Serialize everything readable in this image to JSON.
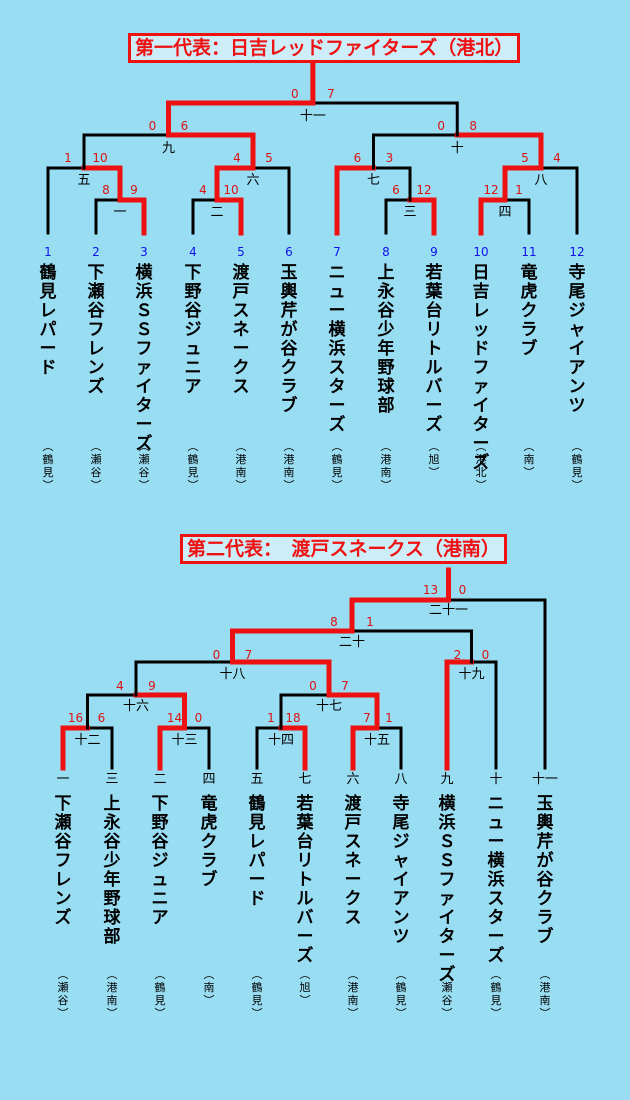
{
  "section1": {
    "banner": "第一代表：日吉レッドファイターズ（港北）",
    "teams": [
      {
        "num": "1",
        "name": "鶴見レパード",
        "area": "（鶴見）"
      },
      {
        "num": "2",
        "name": "下瀬谷フレンズ",
        "area": "（瀬谷）"
      },
      {
        "num": "3",
        "name": "横浜ＳＳファイターズ",
        "area": "（瀬谷）"
      },
      {
        "num": "4",
        "name": "下野谷ジュニア",
        "area": "（鶴見）"
      },
      {
        "num": "5",
        "name": "渡戸スネークス",
        "area": "（港南）"
      },
      {
        "num": "6",
        "name": "玉輿芹が谷クラブ",
        "area": "（港南）"
      },
      {
        "num": "7",
        "name": "ニュー横浜スターズ",
        "area": "（鶴見）"
      },
      {
        "num": "8",
        "name": "上永谷少年野球部",
        "area": "（港南）"
      },
      {
        "num": "9",
        "name": "若葉台リトルバーズ",
        "area": "（旭）"
      },
      {
        "num": "10",
        "name": "日吉レッドファイターズ",
        "area": "（港北）"
      },
      {
        "num": "11",
        "name": "竜虎クラブ",
        "area": "（南）"
      },
      {
        "num": "12",
        "name": "寺尾ジャイアンツ",
        "area": "（鶴見）"
      }
    ],
    "scores": [
      "0",
      "7",
      "0",
      "6",
      "0",
      "8",
      "1",
      "10",
      "4",
      "5",
      "6",
      "3",
      "5",
      "4",
      "8",
      "9",
      "4",
      "10",
      "6",
      "12",
      "12",
      "1"
    ],
    "rounds": [
      "十一",
      "九",
      "十",
      "五",
      "六",
      "七",
      "八",
      "一",
      "二",
      "三",
      "四"
    ]
  },
  "section2": {
    "banner": "第二代表：　渡戸スネークス（港南）",
    "teams": [
      {
        "num": "一",
        "name": "下瀬谷フレンズ",
        "area": "（瀬谷）"
      },
      {
        "num": "三",
        "name": "上永谷少年野球部",
        "area": "（港南）"
      },
      {
        "num": "二",
        "name": "下野谷ジュニア",
        "area": "（鶴見）"
      },
      {
        "num": "四",
        "name": "竜虎クラブ",
        "area": "（南）"
      },
      {
        "num": "五",
        "name": "鶴見レパード",
        "area": "（鶴見）"
      },
      {
        "num": "七",
        "name": "若葉台リトルバーズ",
        "area": "（旭）"
      },
      {
        "num": "六",
        "name": "渡戸スネークス",
        "area": "（港南）"
      },
      {
        "num": "八",
        "name": "寺尾ジャイアンツ",
        "area": "（鶴見）"
      },
      {
        "num": "九",
        "name": "横浜ＳＳファイターズ",
        "area": "（瀬谷）"
      },
      {
        "num": "十",
        "name": "ニュー横浜スターズ",
        "area": "（鶴見）"
      },
      {
        "num": "十一",
        "name": "玉輿芹が谷クラブ",
        "area": "（港南）"
      }
    ],
    "scores": [
      "13",
      "0",
      "8",
      "1",
      "0",
      "7",
      "2",
      "0",
      "4",
      "9",
      "0",
      "7",
      "16",
      "6",
      "14",
      "0",
      "1",
      "18",
      "7",
      "1"
    ],
    "rounds": [
      "二十一",
      "二十",
      "十八",
      "十九",
      "十六",
      "十七",
      "十二",
      "十三",
      "十四",
      "十五"
    ]
  },
  "colors": {
    "background": "#99ddf3",
    "winner_line": "#ee1111",
    "loser_line": "#000000",
    "score": "#dd1111",
    "team_number": "#1111ee"
  }
}
